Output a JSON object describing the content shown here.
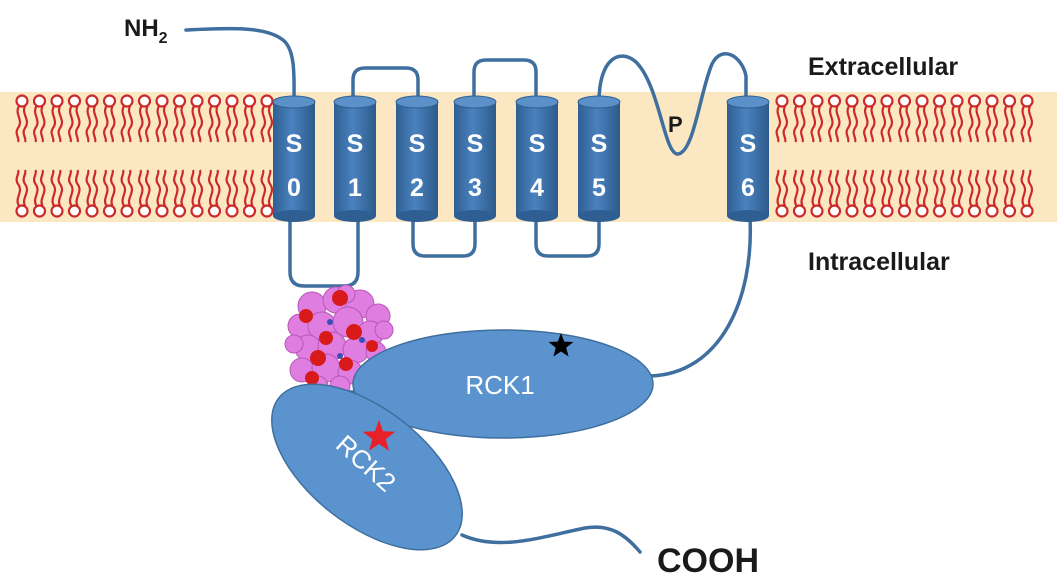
{
  "labels": {
    "n_terminus": "NH",
    "n_terminus_sub": "2",
    "c_terminus": "COOH",
    "extracellular": "Extracellular",
    "intracellular": "Intracellular",
    "pore": "P"
  },
  "segments": [
    {
      "letter": "S",
      "number": "0"
    },
    {
      "letter": "S",
      "number": "1"
    },
    {
      "letter": "S",
      "number": "2"
    },
    {
      "letter": "S",
      "number": "3"
    },
    {
      "letter": "S",
      "number": "4"
    },
    {
      "letter": "S",
      "number": "5"
    },
    {
      "letter": "S",
      "number": "6"
    }
  ],
  "domains": {
    "rck1": "RCK1",
    "rck2": "RCK2"
  },
  "colors": {
    "membrane_band": "#fbe8c2",
    "lipid": "#cc2a2a",
    "helix": "#3d73ad",
    "domain": "#5b93cf",
    "linker": "#3f6f9f",
    "molecule": "#e07de0",
    "molecule_dot": "#d81a1a",
    "star_black": "#000000",
    "star_red": "#e8202a"
  },
  "icons": {
    "marker_rck1": "black-star-icon",
    "marker_rck2": "red-star-icon"
  }
}
